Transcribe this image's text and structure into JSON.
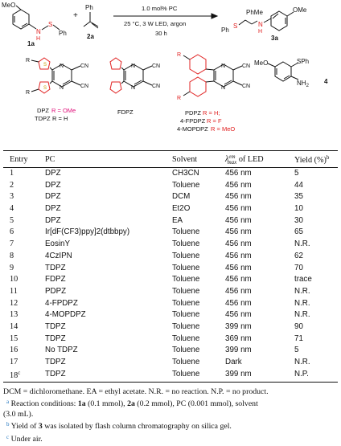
{
  "scheme": {
    "label_1a": "1a",
    "label_2a": "2a",
    "label_3a": "3a",
    "label_4": "4",
    "plus": "+",
    "conditions": [
      "1.0 mol% PC",
      "25 °C, 3 W LED, argon",
      "30 h"
    ],
    "atoms": {
      "MeO": "MeO",
      "OMe": "OMe",
      "N": "N",
      "H": "H",
      "S": "S",
      "Ph": "Ph",
      "PhMe": "PhMe",
      "NH2": "NH",
      "NH2_sub": "2",
      "SPh": "SPh",
      "R": "R",
      "CN": "CN"
    },
    "catalysts": [
      {
        "name": "DPZ",
        "r_label": "R = OMe"
      },
      {
        "name": "TDPZ",
        "r_label": "R = H"
      },
      {
        "name": "FDPZ"
      },
      {
        "name": "PDPZ",
        "r_label": "R = H;"
      },
      {
        "name": "4-FPDPZ",
        "r_label": "R = F"
      },
      {
        "name": "4-MOPDPZ",
        "r_label": "R = MeO"
      }
    ],
    "colors": {
      "red": "#e02020",
      "pink": "#e0107a",
      "sulfur": "#c89b00"
    }
  },
  "table": {
    "headers": {
      "entry": "Entry",
      "pc": "PC",
      "solvent": "Solvent",
      "led_sym": "λ",
      "led_sup": "em",
      "led_sub": "max",
      "led_text": " of LED",
      "yield": "Yield (%)",
      "yield_sup": "b"
    },
    "rows": [
      {
        "entry": "1",
        "pc": "DPZ",
        "solvent": "CH3CN",
        "led": "456 nm",
        "yield": "5"
      },
      {
        "entry": "2",
        "pc": "DPZ",
        "solvent": "Toluene",
        "led": "456 nm",
        "yield": "44"
      },
      {
        "entry": "3",
        "pc": "DPZ",
        "solvent": "DCM",
        "led": "456 nm",
        "yield": "35"
      },
      {
        "entry": "4",
        "pc": "DPZ",
        "solvent": "Et2O",
        "led": "456 nm",
        "yield": "10"
      },
      {
        "entry": "5",
        "pc": "DPZ",
        "solvent": "EA",
        "led": "456 nm",
        "yield": "30"
      },
      {
        "entry": "6",
        "pc": "Ir[dF(CF3)ppy]2(dtbbpy)",
        "solvent": "Toluene",
        "led": "456 nm",
        "yield": "65"
      },
      {
        "entry": "7",
        "pc": "EosinY",
        "solvent": "Toluene",
        "led": "456 nm",
        "yield": "N.R."
      },
      {
        "entry": "8",
        "pc": "4CzIPN",
        "solvent": "Toluene",
        "led": "456 nm",
        "yield": "62"
      },
      {
        "entry": "9",
        "pc": "TDPZ",
        "solvent": "Toluene",
        "led": "456 nm",
        "yield": "70"
      },
      {
        "entry": "10",
        "pc": "FDPZ",
        "solvent": "Toluene",
        "led": "456 nm",
        "yield": "trace"
      },
      {
        "entry": "11",
        "pc": "PDPZ",
        "solvent": "Toluene",
        "led": "456 nm",
        "yield": "N.R."
      },
      {
        "entry": "12",
        "pc": "4-FPDPZ",
        "solvent": "Toluene",
        "led": "456 nm",
        "yield": "N.R."
      },
      {
        "entry": "13",
        "pc": "4-MOPDPZ",
        "solvent": "Toluene",
        "led": "456 nm",
        "yield": "N.R."
      },
      {
        "entry": "14",
        "pc": "TDPZ",
        "solvent": "Toluene",
        "led": "399 nm",
        "yield": "90"
      },
      {
        "entry": "15",
        "pc": "TDPZ",
        "solvent": "Toluene",
        "led": "369 nm",
        "yield": "71"
      },
      {
        "entry": "16",
        "pc": "No TDPZ",
        "solvent": "Toluene",
        "led": "399 nm",
        "yield": "5"
      },
      {
        "entry": "17",
        "pc": "TDPZ",
        "solvent": "Toluene",
        "led": "Dark",
        "yield": "N.R."
      },
      {
        "entry": "18",
        "entry_sup": "c",
        "pc": "TDPZ",
        "solvent": "Toluene",
        "led": "399 nm",
        "yield": "N.P."
      }
    ]
  },
  "notes": {
    "abbrev": "DCM = dichloromethane. EA = ethyl acetate. N.R. = no reaction. N.P. = no product.",
    "a_mark": "a",
    "a_parts": [
      "Reaction conditions: ",
      "1a",
      " (0.1 mmol), ",
      "2a",
      " (0.2 mmol), PC (0.001 mmol), solvent"
    ],
    "a_cont": "(3.0 mL).",
    "b_mark": "b",
    "b_parts": [
      "Yield of ",
      "3",
      " was isolated by flash column chromatography on silica gel."
    ],
    "c_mark": "c",
    "c_text": "Under air."
  }
}
